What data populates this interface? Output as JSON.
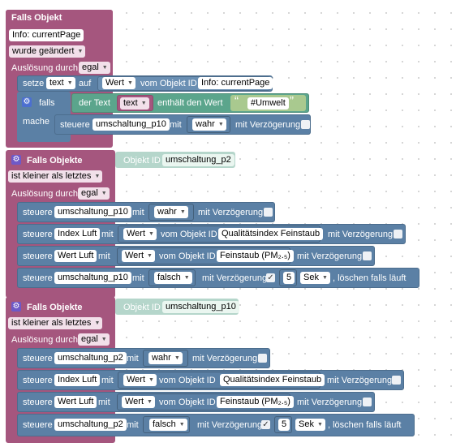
{
  "block1": {
    "title": "Falls Objekt",
    "info_field": "Info: currentPage",
    "change_dropdown": "wurde geändert",
    "trigger_label": "Auslösung durch",
    "trigger_value": "egal",
    "set_label": "setze",
    "set_var": "text",
    "set_on": "auf",
    "value_dd": "Wert",
    "from_object_id": "vom Objekt ID",
    "object_id_value": "Info: currentPage",
    "if_label": "falls",
    "do_label": "mache",
    "text_label": "der Text",
    "text_var": "text",
    "contains_label": "enthält den Wert",
    "quote_open": "“",
    "string_value": "#Umwelt",
    "quote_close": "”",
    "control_label": "steuere",
    "control_target": "umschaltung_p10",
    "with_label": "mit",
    "control_value": "wahr",
    "delay_label": "mit Verzögerung"
  },
  "block2": {
    "title": "Falls Objekte",
    "oid_label": "Objekt ID",
    "oid_value": "umschaltung_p2",
    "condition_dropdown": "ist kleiner als letztes",
    "trigger_label": "Auslösung durch",
    "trigger_value": "egal",
    "rows": [
      {
        "control": "steuere",
        "target": "umschaltung_p10",
        "with": "mit",
        "value": "wahr",
        "delay": "mit Verzögerung"
      },
      {
        "control": "steuere",
        "target": "Index Luft",
        "with": "mit",
        "value_dd": "Wert",
        "from": "vom Objekt ID",
        "source": "Qualitätsindex Feinstaub",
        "delay": "mit Verzögerung"
      },
      {
        "control": "steuere",
        "target": "Wert Luft",
        "with": "mit",
        "value_dd": "Wert",
        "from": "vom Objekt ID",
        "source": "Feinstaub (PM₂.₅)",
        "delay": "mit Verzögerung"
      },
      {
        "control": "steuere",
        "target": "umschaltung_p10",
        "with": "mit",
        "value": "falsch",
        "delay": "mit Verzögerung",
        "check": "✓",
        "amount": "5",
        "unit": "Sek",
        "clear": ", löschen falls läuft"
      }
    ]
  },
  "block3": {
    "title": "Falls Objekte",
    "oid_label": "Objekt ID",
    "oid_value": "umschaltung_p10",
    "condition_dropdown": "ist kleiner als letztes",
    "trigger_label": "Auslösung durch",
    "trigger_value": "egal",
    "rows": [
      {
        "control": "steuere",
        "target": "umschaltung_p2",
        "with": "mit",
        "value": "wahr",
        "delay": "mit Verzögerung"
      },
      {
        "control": "steuere",
        "target": "Index Luft",
        "with": "mit",
        "value_dd": "Wert",
        "from": "vom Objekt ID",
        "source": "Qualitätsindex Feinstaub",
        "delay": "mit Verzögerung"
      },
      {
        "control": "steuere",
        "target": "Wert Luft",
        "with": "mit",
        "value_dd": "Wert",
        "from": "vom Objekt ID",
        "source": "Feinstaub (PM₂.₅)",
        "delay": "mit Verzögerung"
      },
      {
        "control": "steuere",
        "target": "umschaltung_p2",
        "with": "mit",
        "value": "falsch",
        "delay": "mit Verzögerung",
        "check": "✓",
        "amount": "5",
        "unit": "Sek",
        "clear": ", löschen falls läuft"
      }
    ]
  }
}
